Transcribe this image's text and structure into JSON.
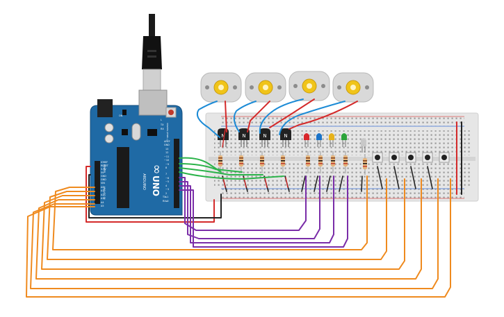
{
  "board": {
    "logo_text": "∞",
    "name": "UNO",
    "brand": "ARDUINO",
    "digital_label": "DIGITAL (PWM~)",
    "power_label": "POWER",
    "analog_label": "ANALOG IN",
    "on_label": "ON",
    "tx_label": "TX",
    "rx_label": "RX",
    "l_label": "L",
    "aref_label": "AREF",
    "gnd_label": "GND",
    "pin_13": "13",
    "pin_12": "12",
    "pin_11": "~11",
    "pin_10": "~10",
    "pin_9": "~9",
    "pin_8": "8",
    "pin_7": "7",
    "pin_6": "~6",
    "pin_5": "~5",
    "pin_4": "4",
    "pin_3": "~3",
    "pin_2": "2",
    "pin_1": "TX▸1",
    "pin_0": "RX◂0",
    "ioref": "IOREF",
    "reset": "RESET",
    "v33": "3.3V",
    "v5": "5V",
    "gnd_a": "GND",
    "gnd_b": "GND",
    "vin": "VIN",
    "a0": "A0",
    "a1": "A1",
    "a2": "A2",
    "a3": "A3",
    "a4": "A4",
    "a5": "A5"
  },
  "transistor_label": "N",
  "colors": {
    "board": "#1f6aa5",
    "breadboard": "#e8e8e8",
    "wire_red": "#d42a2a",
    "wire_black": "#222222",
    "wire_green": "#2bb34a",
    "wire_blue": "#1c8bd6",
    "wire_purple": "#7a2da8",
    "wire_orange": "#ef8a1e",
    "led_red": "#d8272c",
    "led_blue": "#1a73c8",
    "led_yellow": "#e7b21a",
    "led_green": "#2ba33a",
    "led_white": "#c8c8c8"
  }
}
